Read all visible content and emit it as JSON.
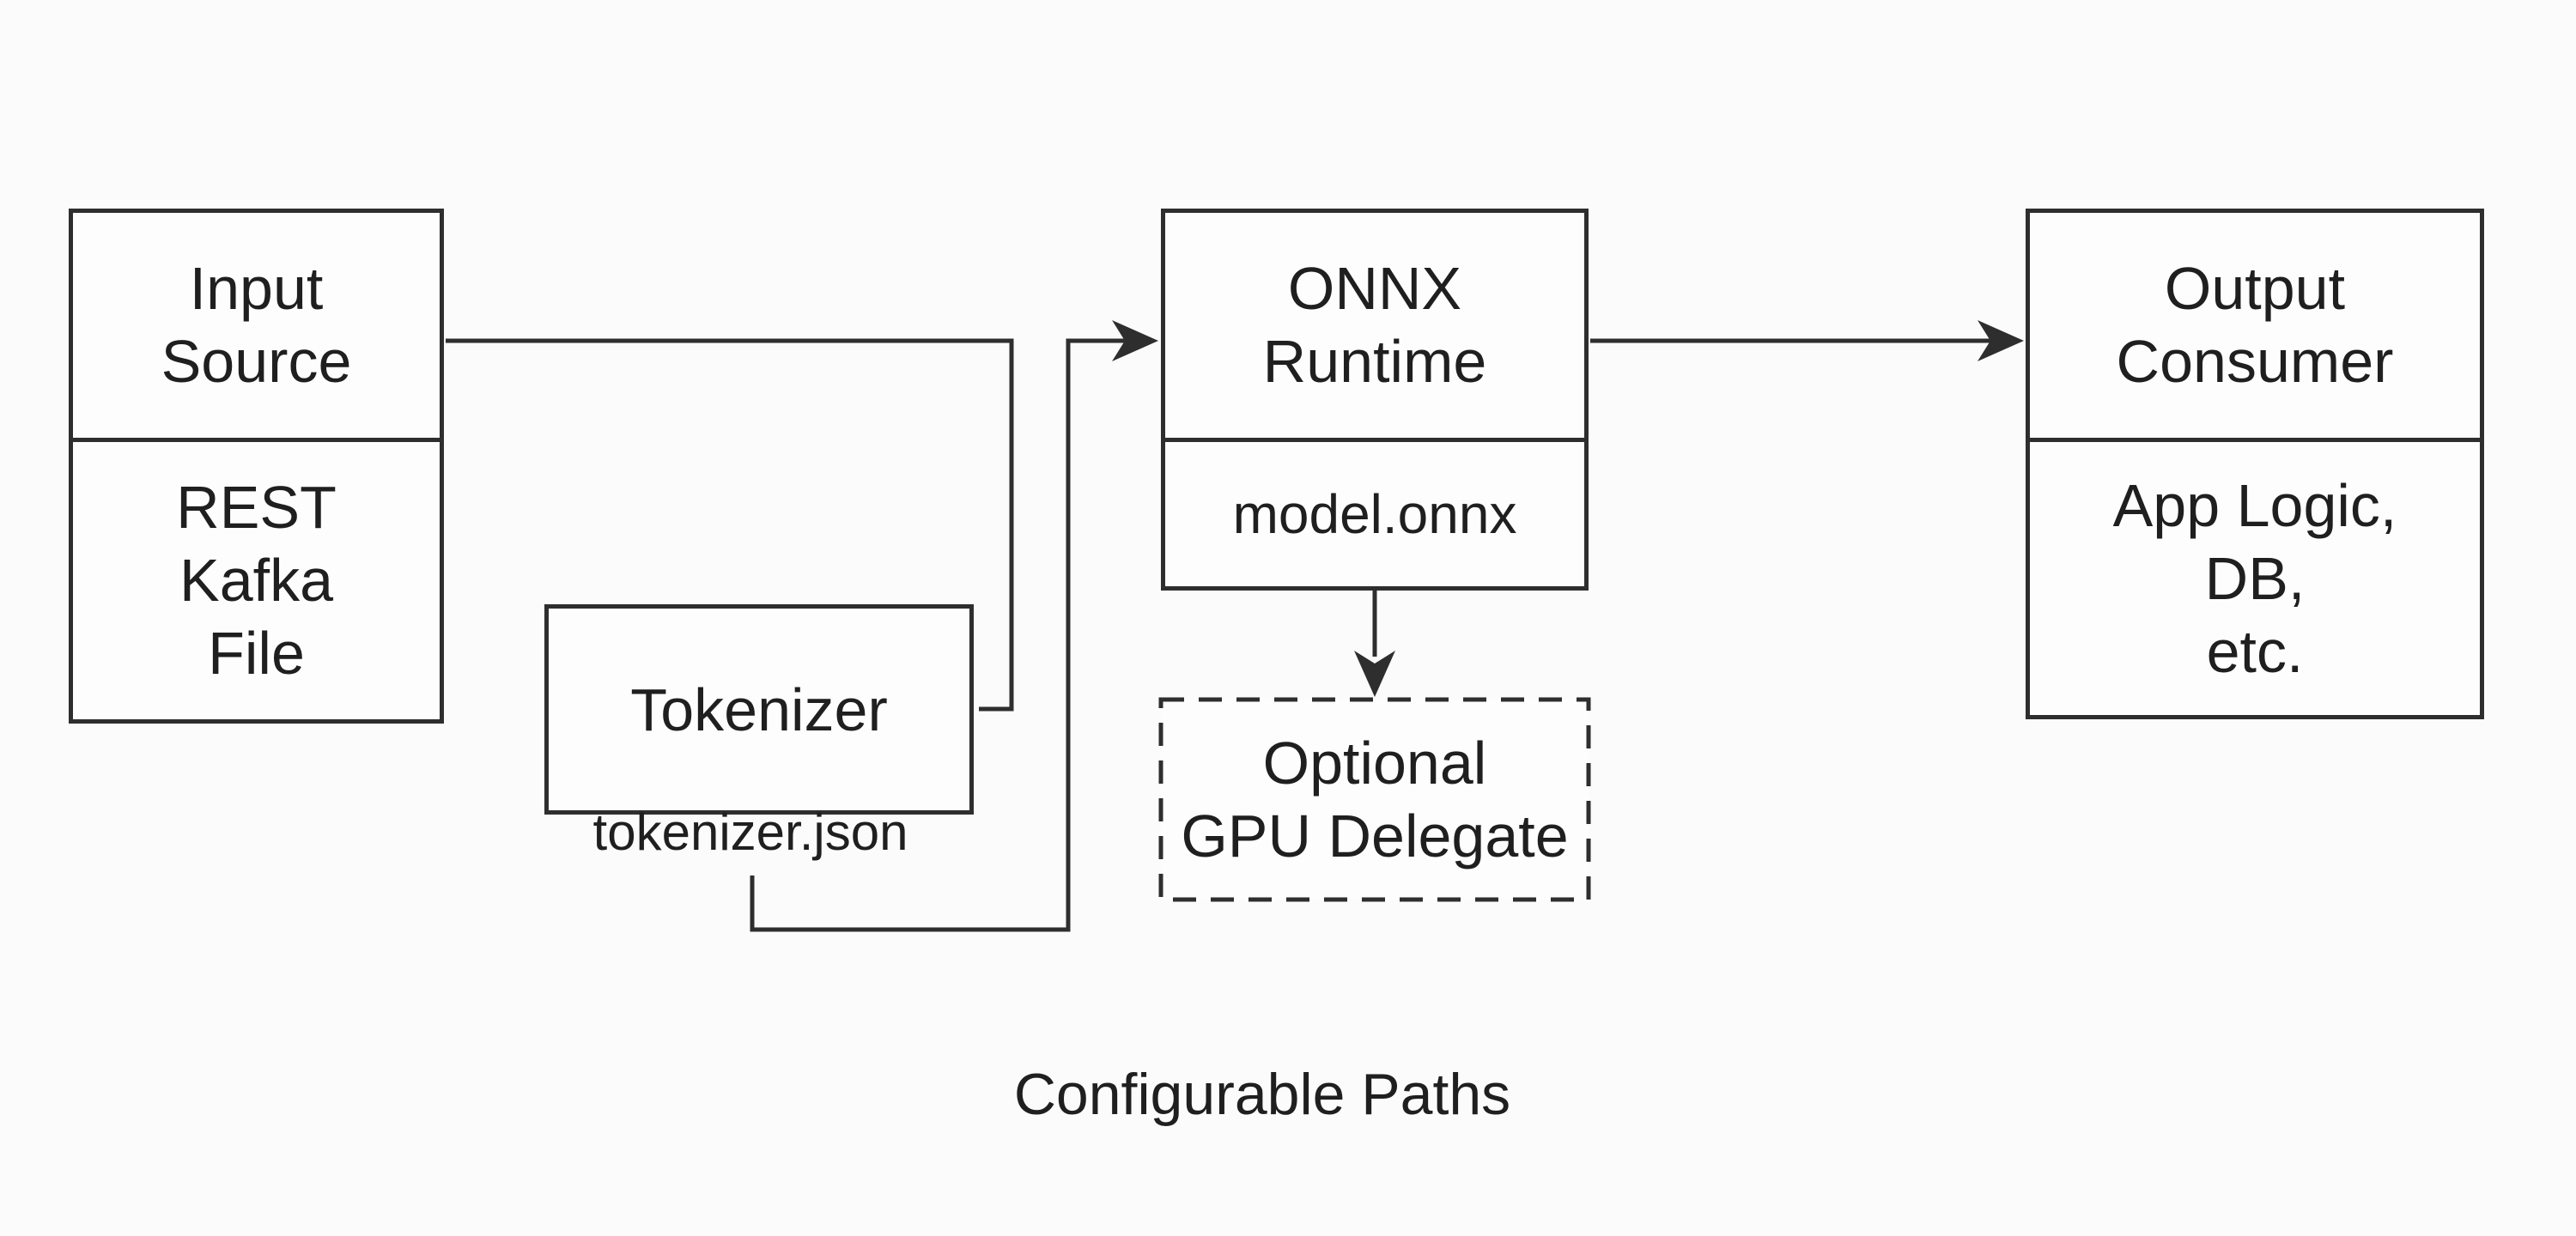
{
  "colors": {
    "background": "#fbfbfb",
    "line": "#2e2e2e",
    "text": "#1f1f1f",
    "box_fill": "#fdfdfd"
  },
  "caption": "Configurable Paths",
  "nodes": {
    "input_source": {
      "title_lines": [
        "Input",
        "Source"
      ],
      "detail_lines": [
        "REST",
        "Kafka",
        "File"
      ]
    },
    "tokenizer": {
      "title": "Tokenizer",
      "file_label": "tokenizer.json"
    },
    "onnx_runtime": {
      "title_lines": [
        "ONNX",
        "Runtime"
      ],
      "detail_lines": [
        "model.onnx"
      ]
    },
    "gpu_delegate": {
      "title_lines": [
        "Optional",
        "GPU Delegate"
      ]
    },
    "output_consumer": {
      "title_lines": [
        "Output",
        "Consumer"
      ],
      "detail_lines": [
        "App Logic,",
        "DB,",
        "etc."
      ]
    }
  }
}
